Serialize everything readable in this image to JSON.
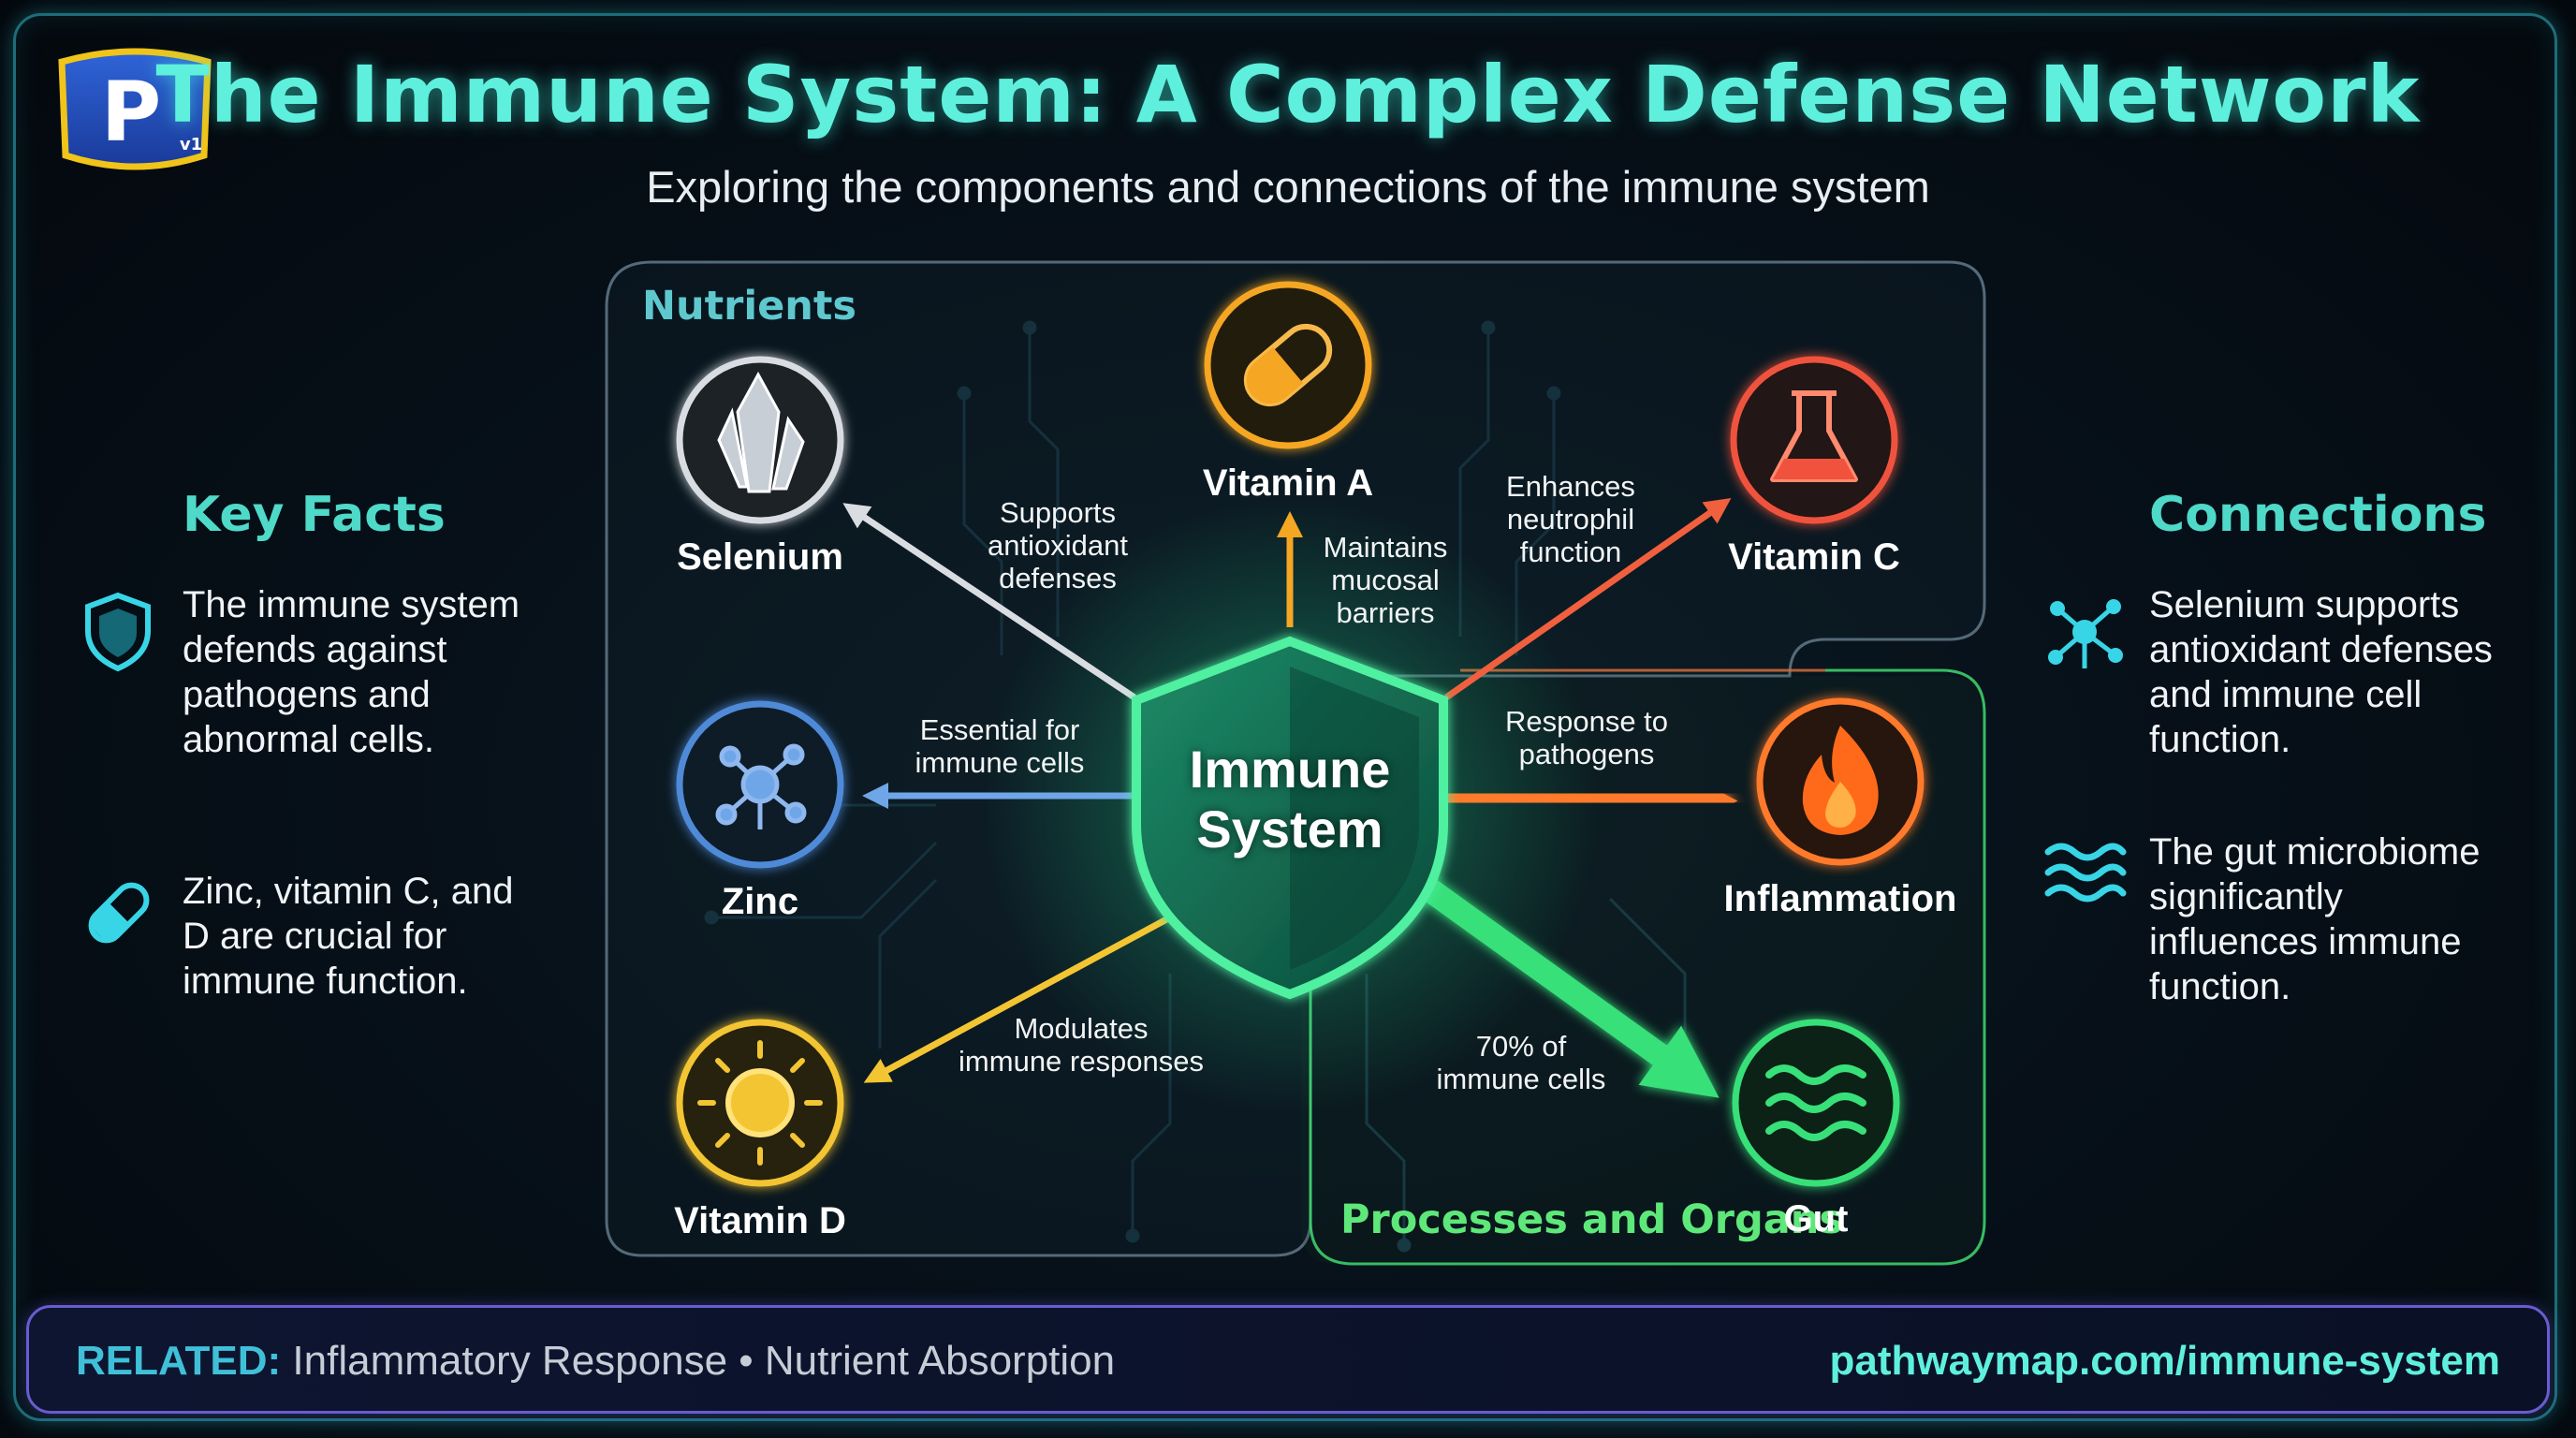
{
  "header": {
    "title": "The Immune System: A Complex Defense Network",
    "subtitle": "Exploring the components and connections of the immune system",
    "logo_letter": "P",
    "logo_version": "v1"
  },
  "key_facts": {
    "heading": "Key Facts",
    "items": [
      {
        "icon": "shield-icon",
        "lines": [
          "The immune system",
          "defends against",
          "pathogens and",
          "abnormal cells."
        ]
      },
      {
        "icon": "capsule-icon",
        "lines": [
          "Zinc, vitamin C, and",
          "D are crucial for",
          "immune function."
        ]
      }
    ]
  },
  "connections": {
    "heading": "Connections",
    "items": [
      {
        "icon": "molecule-icon",
        "lines": [
          "Selenium supports",
          "antioxidant defenses",
          "and immune cell",
          "function."
        ]
      },
      {
        "icon": "waves-icon",
        "lines": [
          "The gut microbiome",
          "significantly",
          "influences immune",
          "function."
        ]
      }
    ]
  },
  "diagram": {
    "nutrients_label": "Nutrients",
    "processes_label": "Processes and Organs",
    "center": {
      "line1": "Immune",
      "line2": "System"
    },
    "nodes": [
      {
        "id": "selenium",
        "label": "Selenium",
        "color": "#d9dde2",
        "icon": "crystal-icon"
      },
      {
        "id": "vitamin-a",
        "label": "Vitamin A",
        "color": "#f5a623",
        "icon": "pill-icon"
      },
      {
        "id": "vitamin-c",
        "label": "Vitamin C",
        "color": "#f0523e",
        "icon": "flask-icon"
      },
      {
        "id": "zinc",
        "label": "Zinc",
        "color": "#4f8ad8",
        "icon": "molecule-icon"
      },
      {
        "id": "inflammation",
        "label": "Inflammation",
        "color": "#ff7a2a",
        "icon": "flame-icon"
      },
      {
        "id": "vitamin-d",
        "label": "Vitamin D",
        "color": "#f3c533",
        "icon": "sun-icon"
      },
      {
        "id": "gut",
        "label": "Gut",
        "color": "#38e07a",
        "icon": "waves-icon"
      }
    ],
    "edges": [
      {
        "target": "selenium",
        "label": [
          "Supports",
          "antioxidant",
          "defenses"
        ]
      },
      {
        "target": "vitamin-a",
        "label": [
          "Maintains",
          "mucosal",
          "barriers"
        ]
      },
      {
        "target": "vitamin-c",
        "label": [
          "Enhances",
          "neutrophil",
          "function"
        ]
      },
      {
        "target": "zinc",
        "label": [
          "Essential for",
          "immune cells"
        ]
      },
      {
        "target": "inflammation",
        "label": [
          "Response to",
          "pathogens"
        ]
      },
      {
        "target": "vitamin-d",
        "label": [
          "Modulates",
          "immune responses"
        ]
      },
      {
        "target": "gut",
        "label": [
          "70% of",
          "immune cells"
        ]
      }
    ]
  },
  "footer": {
    "related_label": "RELATED:",
    "related_items": "Inflammatory Response • Nutrient Absorption",
    "url": "pathwaymap.com/immune-system"
  }
}
